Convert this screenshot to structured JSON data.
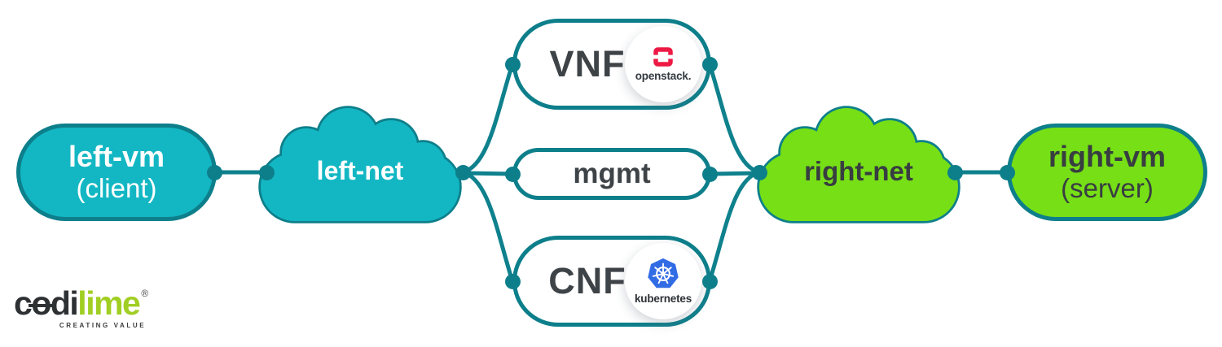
{
  "nodes": {
    "left_vm": {
      "title": "left-vm",
      "subtitle": "(client)"
    },
    "left_net": {
      "label": "left-net"
    },
    "vnf": {
      "label": "VNF"
    },
    "mgmt": {
      "label": "mgmt"
    },
    "cnf": {
      "label": "CNF"
    },
    "right_net": {
      "label": "right-net"
    },
    "right_vm": {
      "title": "right-vm",
      "subtitle": "(server)"
    }
  },
  "badges": {
    "openstack": {
      "label": "openstack."
    },
    "kubernetes": {
      "label": "kubernetes"
    }
  },
  "branding": {
    "logo_part1": "c",
    "logo_part2": "o",
    "logo_part3": "di",
    "logo_part4": "lime",
    "registered": "®",
    "tagline": "CREATING VALUE"
  },
  "colors": {
    "teal_fill": "#13b7c3",
    "teal_dark_border": "#0d7f8b",
    "green_fill": "#76df16",
    "dark_text": "#3e4347",
    "light_text": "#ffffff",
    "openstack_red": "#ed1944",
    "kubernetes_blue": "#326ce5",
    "logo_lime": "#a1ce23"
  }
}
